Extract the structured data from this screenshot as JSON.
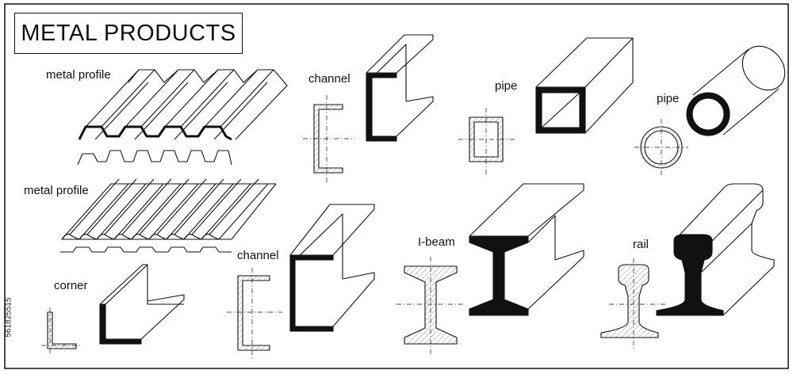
{
  "title": "METAL PRODUCTS",
  "side_id": "561825515",
  "labels": {
    "metal_profile_1": "metal profile",
    "metal_profile_2": "metal profile",
    "channel_1": "channel",
    "channel_2": "channel",
    "pipe_square": "pipe",
    "pipe_round": "pipe",
    "corner": "corner",
    "ibeam": "I-beam",
    "rail": "rail"
  }
}
